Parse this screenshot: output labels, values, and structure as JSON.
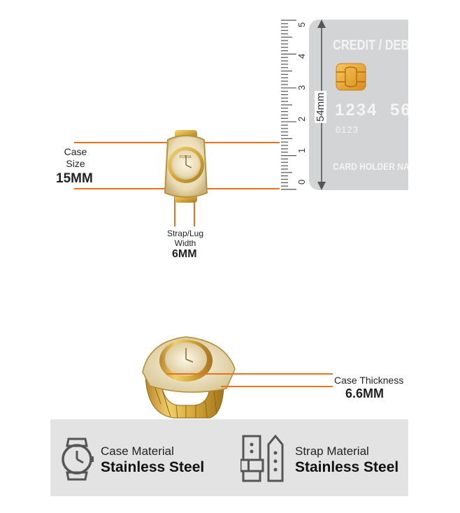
{
  "card": {
    "title": "CREDIT / DEBIT C",
    "number_a": "1234",
    "number_b": "56",
    "code": "0123",
    "holder": "CARD HOLDER NAME"
  },
  "ruler": {
    "ticks": [
      "0",
      "1",
      "2",
      "3",
      "4",
      "5"
    ],
    "height_label": "54mm"
  },
  "watch_logo": "FOSSIL",
  "measurements": {
    "case_size_label": "Case Size",
    "case_size_line1": "Case",
    "case_size_line2": "Size",
    "case_size_value": "15MM",
    "strap_label_line1": "Strap/Lug",
    "strap_label_line2": "Width",
    "strap_value": "6MM",
    "thickness_label": "Case Thickness",
    "thickness_value": "6.6MM"
  },
  "materials": [
    {
      "icon": "watch-icon",
      "label": "Case Material",
      "value": "Stainless Steel"
    },
    {
      "icon": "strap-icon",
      "label": "Strap Material",
      "value": "Stainless Steel"
    }
  ],
  "colors": {
    "accent_line": "#e8731f",
    "gold": "#d6a93a",
    "card": "#d3d4d6",
    "band": "#e3e3e3"
  }
}
